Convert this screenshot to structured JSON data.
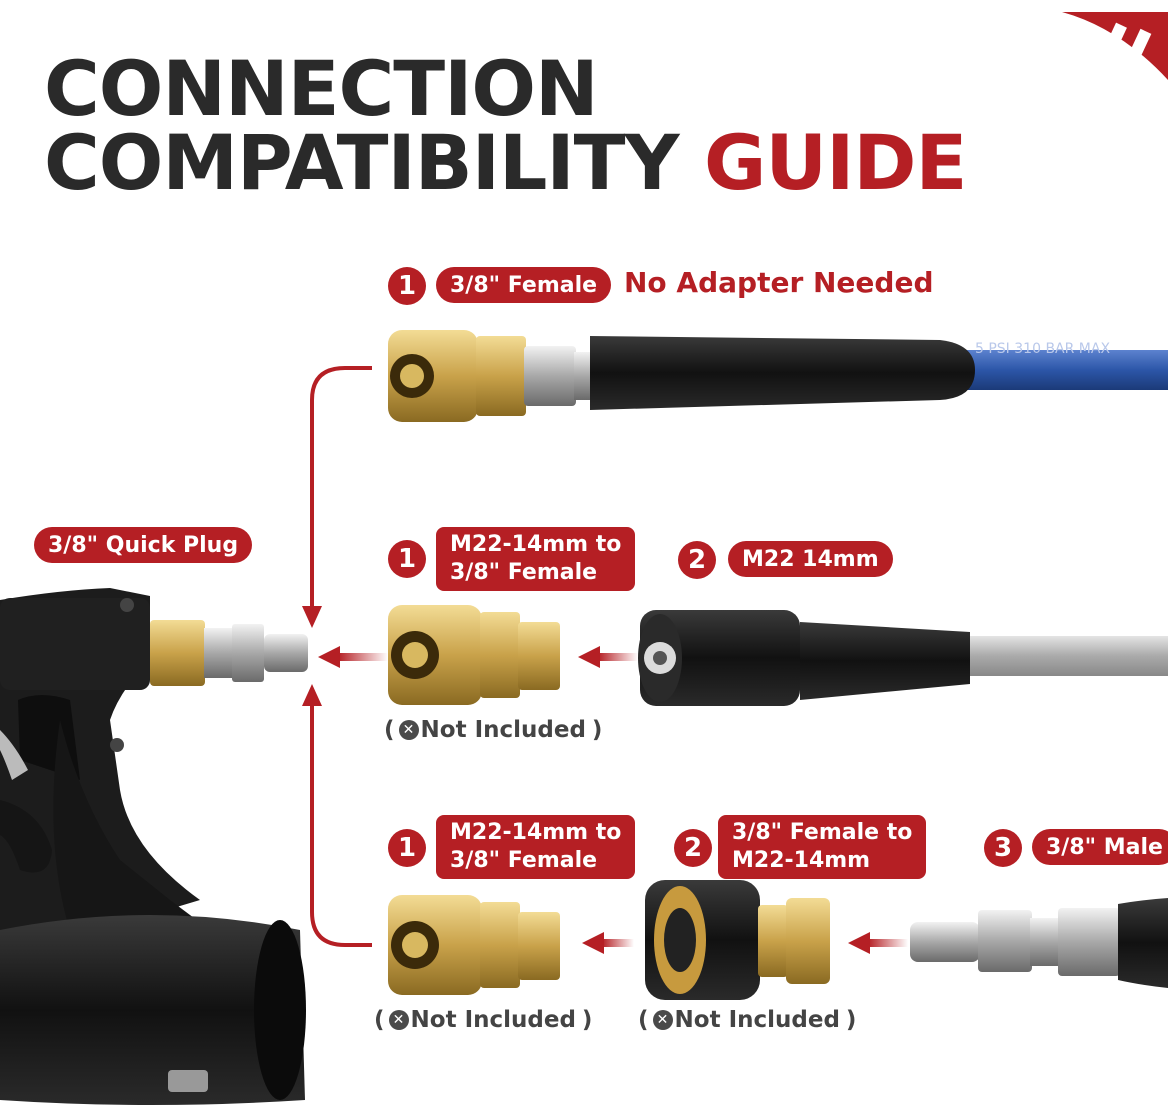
{
  "title": {
    "line1": "CONNECTION",
    "line2_dark": "COMPATIBILITY",
    "line2_accent": "GUIDE"
  },
  "quick_plug": {
    "label": "3/8\" Quick Plug"
  },
  "row1": {
    "num": "1",
    "label": "3/8\" Female",
    "note": "No Adapter Needed",
    "hose_print": "5 PSI 310 BAR MAX"
  },
  "row2": {
    "step1": {
      "num": "1",
      "line1": "M22-14mm to",
      "line2": "3/8\" Female"
    },
    "step2": {
      "num": "2",
      "label": "M22 14mm"
    },
    "not_included": {
      "open": "(",
      "text": "Not Included",
      "close": ")"
    }
  },
  "row3": {
    "step1": {
      "num": "1",
      "line1": "M22-14mm to",
      "line2": "3/8\" Female"
    },
    "step2": {
      "num": "2",
      "line1": "3/8\" Female to",
      "line2": "M22-14mm"
    },
    "step3": {
      "num": "3",
      "label": "3/8\" Male"
    },
    "not_included_1": {
      "open": "(",
      "text": "Not Included",
      "close": ")"
    },
    "not_included_2": {
      "open": "(",
      "text": "Not Included",
      "close": ")"
    }
  },
  "icons": {
    "not_included": "x-circle-icon"
  },
  "colors": {
    "accent": "#b51f24",
    "dark_text": "#2a2a2a",
    "brass": "#c9a24a",
    "hose_blue": "#2c56a8"
  }
}
